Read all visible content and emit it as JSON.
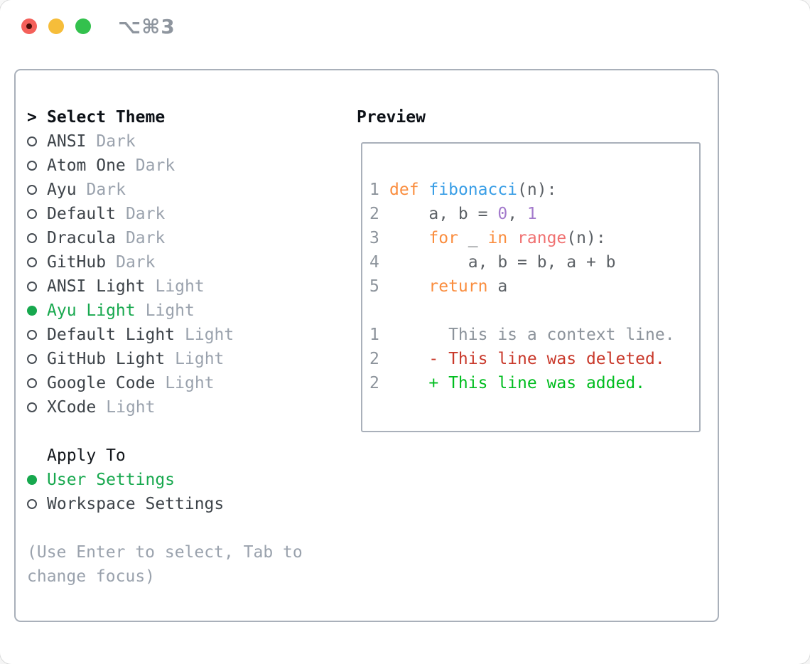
{
  "window": {
    "shortcut": "⌥⌘3"
  },
  "theme_picker": {
    "prompt": ">",
    "header": "Select Theme",
    "items": [
      {
        "name": "ANSI",
        "tag": "Dark",
        "selected": false
      },
      {
        "name": "Atom One",
        "tag": "Dark",
        "selected": false
      },
      {
        "name": "Ayu",
        "tag": "Dark",
        "selected": false
      },
      {
        "name": "Default",
        "tag": "Dark",
        "selected": false
      },
      {
        "name": "Dracula",
        "tag": "Dark",
        "selected": false
      },
      {
        "name": "GitHub",
        "tag": "Dark",
        "selected": false
      },
      {
        "name": "ANSI Light",
        "tag": "Light",
        "selected": false
      },
      {
        "name": "Ayu Light",
        "tag": "Light",
        "selected": true
      },
      {
        "name": "Default Light",
        "tag": "Light",
        "selected": false
      },
      {
        "name": "GitHub Light",
        "tag": "Light",
        "selected": false
      },
      {
        "name": "Google Code",
        "tag": "Light",
        "selected": false
      },
      {
        "name": "XCode",
        "tag": "Light",
        "selected": false
      }
    ],
    "apply_to": {
      "header": "Apply To",
      "options": [
        {
          "label": "User Settings",
          "selected": true
        },
        {
          "label": "Workspace Settings",
          "selected": false
        }
      ]
    },
    "hint_lines": [
      "(Use Enter to select, Tab to",
      "change focus)"
    ]
  },
  "preview": {
    "header": "Preview",
    "code_lines": [
      {
        "num": "1",
        "tokens": [
          {
            "c": "kw",
            "t": "def"
          },
          {
            "c": "fg",
            "t": " "
          },
          {
            "c": "fn",
            "t": "fibonacci"
          },
          {
            "c": "fg",
            "t": "(n):"
          }
        ]
      },
      {
        "num": "2",
        "tokens": [
          {
            "c": "fg",
            "t": "    a, b = "
          },
          {
            "c": "nm",
            "t": "0"
          },
          {
            "c": "fg",
            "t": ", "
          },
          {
            "c": "nm",
            "t": "1"
          }
        ]
      },
      {
        "num": "3",
        "tokens": [
          {
            "c": "fg",
            "t": "    "
          },
          {
            "c": "kw",
            "t": "for"
          },
          {
            "c": "fg",
            "t": " _ "
          },
          {
            "c": "kw",
            "t": "in"
          },
          {
            "c": "fg",
            "t": " "
          },
          {
            "c": "bi",
            "t": "range"
          },
          {
            "c": "fg",
            "t": "(n):"
          }
        ]
      },
      {
        "num": "4",
        "tokens": [
          {
            "c": "fg",
            "t": "        a, b = b, a + b"
          }
        ]
      },
      {
        "num": "5",
        "tokens": [
          {
            "c": "fg",
            "t": "    "
          },
          {
            "c": "kw",
            "t": "return"
          },
          {
            "c": "fg",
            "t": " a"
          }
        ]
      },
      {
        "num": "",
        "tokens": []
      },
      {
        "num": "1",
        "tokens": [
          {
            "c": "ctx",
            "t": "      This is a context line."
          }
        ]
      },
      {
        "num": "2",
        "tokens": [
          {
            "c": "del",
            "t": "    - This line was deleted."
          }
        ]
      },
      {
        "num": "2",
        "tokens": [
          {
            "c": "add",
            "t": "    + This line was added."
          }
        ]
      }
    ]
  },
  "colors": {
    "selection_green": "#17a84e",
    "item_text": "#3d4349",
    "tag_gray": "#9aa2ad",
    "hint_gray": "#9aa2ad",
    "header_black": "#0d1117",
    "panel_border": "#a9b0ba",
    "code_fg": "#5c6166",
    "line_number_gray": "#8c939b",
    "keyword_orange": "#fa8d3e",
    "function_blue": "#399ee6",
    "builtin_coral": "#f07171",
    "number_purple": "#a37acc",
    "context_gray": "#8c939b",
    "deleted_red": "#c9392b",
    "added_green": "#00bd1f",
    "traffic_red": "#f4605a",
    "traffic_yellow": "#f6bd3a",
    "traffic_green": "#33c14d"
  }
}
